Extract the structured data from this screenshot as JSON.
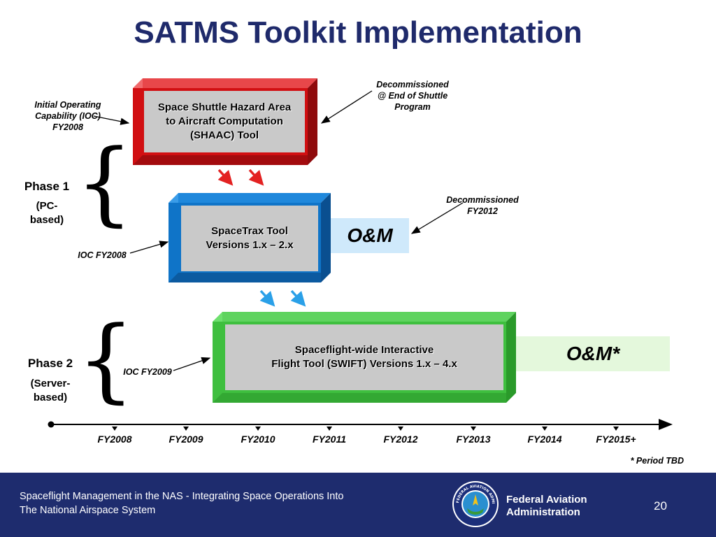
{
  "title": "SATMS Toolkit Implementation",
  "notes": {
    "ioc_initial": "Initial Operating\nCapability (IOC)\nFY2008",
    "decom_shuttle": "Decommissioned\n@ End of Shuttle\nProgram",
    "decom_2012": "Decommissioned\nFY2012",
    "ioc_2008": "IOC FY2008",
    "ioc_2009": "IOC FY2009",
    "period_tbd": "* Period TBD"
  },
  "phases": [
    {
      "label": "Phase 1",
      "sub": "(PC-\nbased)"
    },
    {
      "label": "Phase 2",
      "sub": "(Server-\nbased)"
    }
  ],
  "tools": {
    "shaac": "Space Shuttle Hazard Area\nto Aircraft Computation\n(SHAAC) Tool",
    "spacetrax": "SpaceTrax Tool\nVersions 1.x – 2.x",
    "swift": "Spaceflight-wide Interactive\nFlight Tool (SWIFT) Versions 1.x – 4.x"
  },
  "om": {
    "spacetrax": "O&M",
    "swift": "O&M*"
  },
  "timeline": [
    "FY2008",
    "FY2009",
    "FY2010",
    "FY2011",
    "FY2012",
    "FY2013",
    "FY2014",
    "FY2015+"
  ],
  "footer": {
    "text": "Spaceflight Management in the NAS - Integrating Space Operations Into\nThe National Airspace System",
    "agency": "Federal Aviation\nAdministration",
    "page": "20",
    "seal_text": "FEDERAL AVIATION ADMINISTRATION"
  },
  "colors": {
    "title": "#1f2a6b",
    "red_box": "#d10f12",
    "blue_box": "#0f74c8",
    "green_box": "#3fbf3f",
    "om_blue": "#cfe9fb",
    "om_green": "#e4f8dc",
    "footer_bg": "#1e2c6e"
  }
}
